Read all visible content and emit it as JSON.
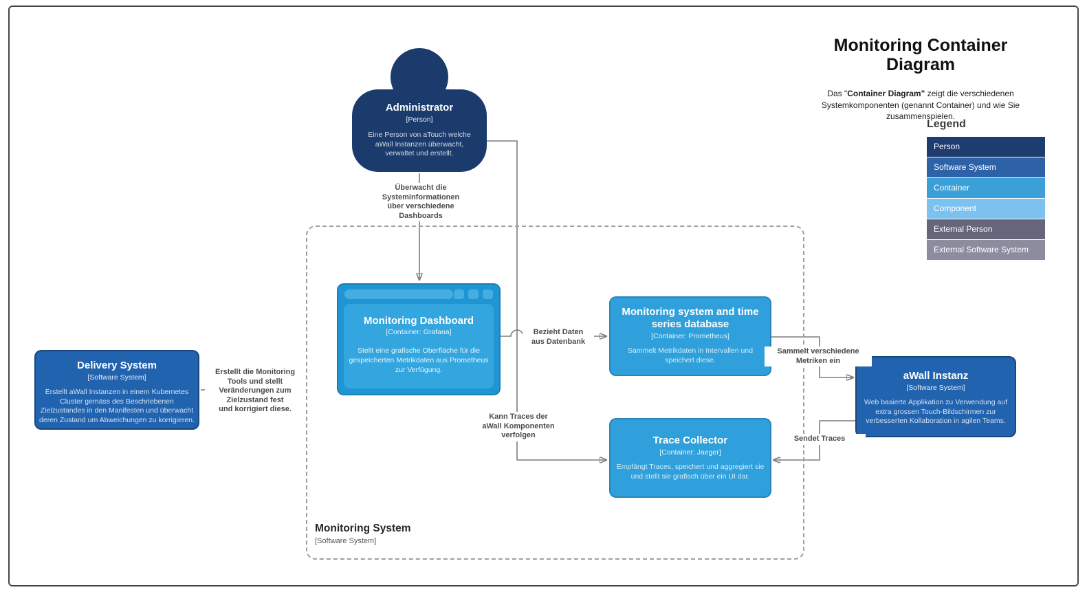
{
  "page": {
    "title": "Monitoring Container Diagram",
    "subtitle": {
      "pre": "Das \"",
      "bold": "Container Diagram\"",
      "post": " zeigt die verschiedenen Systemkomponenten (genannt Container) und wie Sie zusammenspielen."
    }
  },
  "legend": {
    "title": "Legend",
    "items": [
      {
        "label": "Person",
        "color": "#1E3C6D"
      },
      {
        "label": "Software System",
        "color": "#2D61A8"
      },
      {
        "label": "Container",
        "color": "#3B9FD8"
      },
      {
        "label": "Component",
        "color": "#7DC2EF"
      },
      {
        "label": "External Person",
        "color": "#66657A"
      },
      {
        "label": "External Software System",
        "color": "#8D8C9F"
      }
    ]
  },
  "boundary": {
    "title": "Monitoring System",
    "meta": "[Software System]"
  },
  "nodes": {
    "administrator": {
      "title": "Administrator",
      "meta": "[Person]",
      "desc": "Eine Person von aTouch welche aWall Instanzen überwacht, verwaltet und erstellt.",
      "color": "#1B3B6C"
    },
    "delivery_system": {
      "title": "Delivery System",
      "meta": "[Software System]",
      "desc": "Erstellt aWall Instanzen in einem Kubernetes Cluster gemäss des Beschriebenen Zielzustandes in den Manifesten und überwacht deren Zustand um Abweichungen zu korrigieren.",
      "color": "#2263AF"
    },
    "monitoring_dashboard": {
      "title": "Monitoring Dashboard",
      "meta": "[Container: Grafana]",
      "desc": "Stellt eine grafische Oberfläche für die gespeicherten Metrikdaten aus Prometheus zur Verfügung.",
      "frame_color": "#1F95D3",
      "inner_color": "#33A5DF",
      "pill_color": "#45ADE2"
    },
    "prometheus": {
      "title": "Monitoring system and time series database",
      "meta": "[Container: Prometheus]",
      "desc": "Sammelt Metrikdaten in Intervallen und speichert diese.",
      "color": "#2FA0DB"
    },
    "trace_collector": {
      "title": "Trace Collector",
      "meta": "[Container: Jaeger]",
      "desc": "Empfängt Traces, speichert und aggregiert sie und stellt sie grafisch über ein UI dar.",
      "color": "#2FA0DB"
    },
    "awall_instanz": {
      "title": "aWall Instanz",
      "meta": "[Software System]",
      "desc": "Web basierte Applikation zu Verwendung auf extra grossen Touch-Bildschirmen zur verbesserten Kollaboration in agilen Teams.",
      "color": "#2263AF"
    }
  },
  "edges": {
    "admin_to_dashboard": {
      "lines": [
        "Überwacht die",
        "Systeminformationen",
        "über verschiedene",
        "Dashboards"
      ]
    },
    "admin_to_trace": {
      "lines": [
        "Kann Traces der",
        "aWall Komponenten",
        "verfolgen"
      ]
    },
    "dashboard_to_prometheus": {
      "lines": [
        "Bezieht Daten",
        "aus Datenbank"
      ]
    },
    "prometheus_to_awall": {
      "lines": [
        "Sammelt verschiedene",
        "Metriken ein"
      ]
    },
    "awall_to_trace": {
      "lines": [
        "Sendet Traces"
      ]
    },
    "delivery_to_monitoring": {
      "lines": [
        "Erstellt die Monitoring",
        "Tools und stellt",
        "Veränderungen zum",
        "Zielzustand fest",
        "und korrigiert diese."
      ]
    }
  }
}
